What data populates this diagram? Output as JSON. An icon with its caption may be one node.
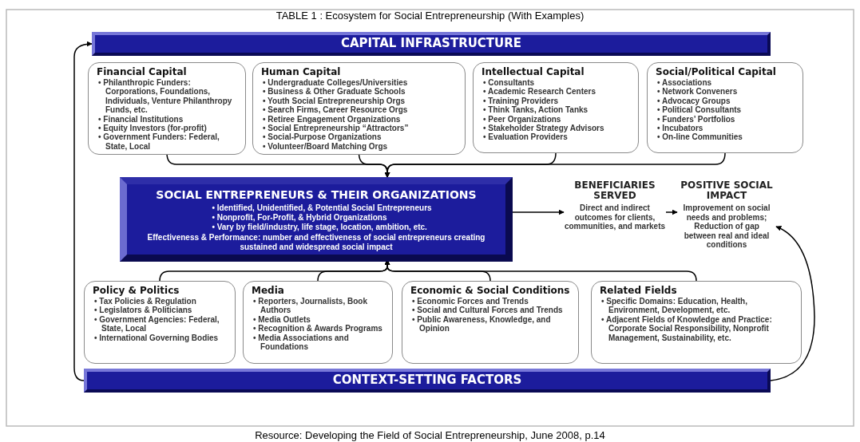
{
  "diagram": {
    "title": "TABLE 1 : Ecosystem for Social Entrepreneurship (With Examples)",
    "caption": "Resource: Developing the Field of Social Entrepreneurship, June 2008, p.14",
    "nodes": [
      {
        "text": [
          "CAPITAL INFRASTRUCTURE"
        ]
      },
      {
        "text": [
          "Financial Capital",
          "• Philanthropic Funders: Corporations, Foundations, Individuals, Venture Philanthropy Funds, etc.",
          "• Financial Institutions",
          "• Equity Investors (for-profit)",
          "• Government Funders: Federal, State, Local"
        ]
      },
      {
        "text": [
          "Human Capital",
          "• Undergraduate Colleges/Universities",
          "• Business & Other Graduate Schools",
          "• Youth Social Entrepreneurship Orgs",
          "• Search Firms, Career Resource Orgs",
          "• Retiree Engagement Organizations",
          "• Social Entrepreneurship “Attractors”",
          "• Social-Purpose Organizations",
          "• Volunteer/Board Matching Orgs"
        ]
      },
      {
        "text": [
          "Intellectual Capital",
          "• Consultants",
          "• Academic Research Centers",
          "• Training Providers",
          "• Think Tanks, Action Tanks",
          "• Peer Organizations",
          "• Stakeholder Strategy Advisors",
          "• Evaluation Providers"
        ]
      },
      {
        "text": [
          "Social/Political Capital",
          "• Associations",
          "• Network Conveners",
          "• Advocacy Groups",
          "• Political Consultants",
          "• Funders’ Portfolios",
          "• Incubators",
          "• On-line Communities"
        ]
      },
      {
        "text": [
          "SOCIAL ENTREPRENEURS & THEIR ORGANIZATIONS",
          "• Identified, Unidentified, & Potential Social Entrepreneurs",
          "• Nonprofit, For-Profit, & Hybrid Organizations",
          "• Vary by field/industry, life stage, location, ambition, etc.",
          "Effectiveness & Performance: number and effectiveness of social entrepreneurs creating sustained and widespread social impact"
        ]
      },
      {
        "text": [
          "BENEFICIARIES SERVED",
          "Direct and indirect outcomes for clients, communities, and markets"
        ]
      },
      {
        "text": [
          "POSITIVE SOCIAL IMPACT",
          "Improvement on social needs and problems; Reduction of gap between real and ideal conditions"
        ]
      },
      {
        "text": [
          "Policy & Politics",
          "• Tax Policies & Regulation",
          "• Legislators & Politicians",
          "• Government Agencies: Federal, State, Local",
          "• International Governing Bodies"
        ]
      },
      {
        "text": [
          "Media",
          "• Reporters, Journalists, Book Authors",
          "• Media Outlets",
          "• Recognition & Awards Programs",
          "• Media Associations and Foundations"
        ]
      },
      {
        "text": [
          "Economic & Social Conditions",
          "• Economic Forces and Trends",
          "• Social and Cultural Forces and Trends",
          "• Public Awareness, Knowledge, and Opinion"
        ]
      },
      {
        "text": [
          "Related Fields",
          "• Specific Domains: Education, Health, Environment, Development, etc.",
          "• Adjacent Fields of Knowledge and Practice: Corporate Social Responsibility, Nonprofit Management, Sustainability, etc."
        ]
      },
      {
        "text": [
          "CONTEXT-SETTING FACTORS"
        ]
      }
    ],
    "edges": [
      {
        "from": 1,
        "to": 5,
        "arrow": "to"
      },
      {
        "from": 2,
        "to": 5,
        "arrow": "to"
      },
      {
        "from": 3,
        "to": 5,
        "arrow": "to"
      },
      {
        "from": 4,
        "to": 5,
        "arrow": "to"
      },
      {
        "from": 8,
        "to": 5,
        "arrow": "to"
      },
      {
        "from": 9,
        "to": 5,
        "arrow": "to"
      },
      {
        "from": 10,
        "to": 5,
        "arrow": "to"
      },
      {
        "from": 11,
        "to": 5,
        "arrow": "to"
      },
      {
        "from": 5,
        "to": 6,
        "arrow": "to"
      },
      {
        "from": 6,
        "to": 7,
        "arrow": "to"
      },
      {
        "from": 12,
        "to": 0,
        "arrow": "to"
      },
      {
        "from": 12,
        "to": 7,
        "arrow": "to"
      }
    ]
  }
}
